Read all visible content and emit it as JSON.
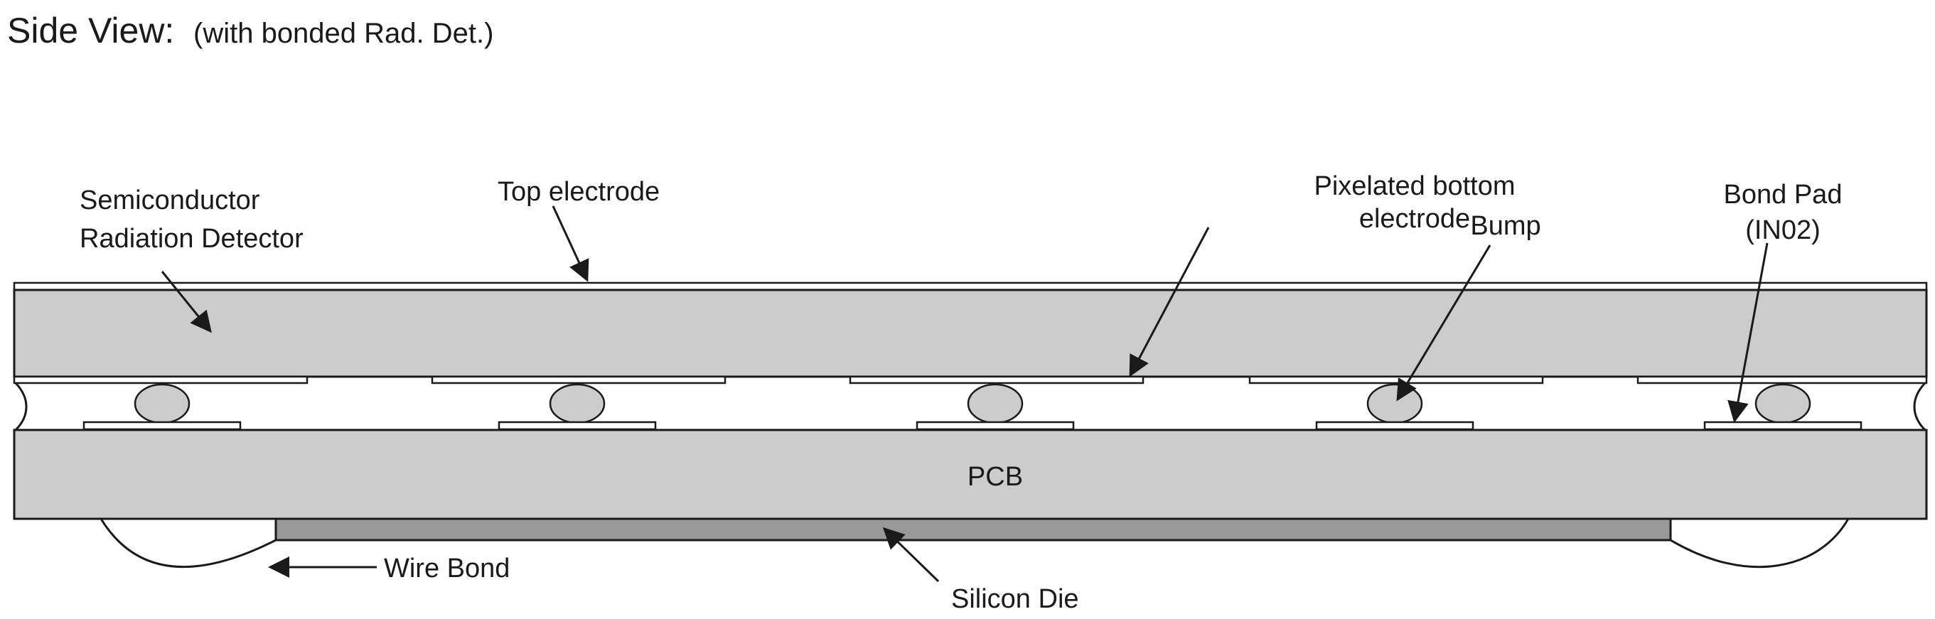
{
  "title": {
    "main": "Side View:",
    "sub": "(with bonded Rad. Det.)"
  },
  "labels": {
    "detector_line1": "Semiconductor",
    "detector_line2": "Radiation Detector",
    "top_electrode": "Top electrode",
    "pixel_electrode_line1": "Pixelated bottom",
    "pixel_electrode_line2": "electrode",
    "bump": "Bump",
    "bond_pad_line1": "Bond Pad",
    "bond_pad_line2": "(IN02)",
    "pcb": "PCB",
    "wire_bond": "Wire Bond",
    "silicon_die": "Silicon Die"
  },
  "colors": {
    "layer_fill": "#cccccc",
    "die_fill": "#999999",
    "outline": "#1a1a1a",
    "background": "#ffffff"
  }
}
